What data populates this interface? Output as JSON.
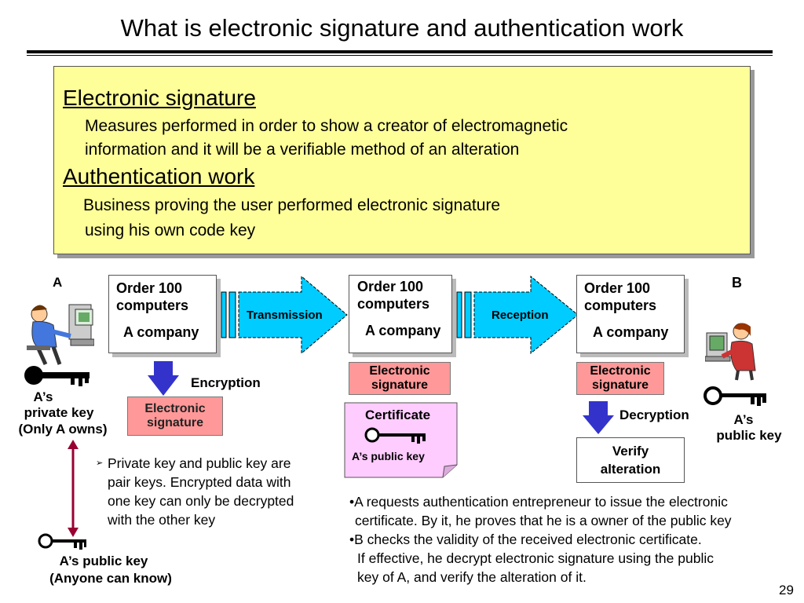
{
  "title": "What is electronic signature and authentication work",
  "definitions": {
    "sig_heading": "Electronic signature",
    "sig_line1": "Measures performed in order to show a creator of  electromagnetic",
    "sig_line2": "information and it will be a verifiable method of an alteration",
    "auth_heading": "Authentication work",
    "auth_line1": "Business proving the user performed electronic signature",
    "auth_line2": "using his own code key"
  },
  "labels": {
    "a": "A",
    "b": "B"
  },
  "order": {
    "line1": "Order 100",
    "line2": "computers",
    "company": "A company"
  },
  "arrows": {
    "transmission": "Transmission",
    "reception": "Reception"
  },
  "signature": {
    "line1": "Electronic",
    "line2": "signature"
  },
  "encryption": "Encryption",
  "decryption": "Decryption",
  "certificate": {
    "title": "Certificate",
    "key_label": "A’s public key"
  },
  "verify": {
    "line1": "Verify",
    "line2": "alteration"
  },
  "a_private_key": {
    "line1": "A’s",
    "line2": "private key",
    "line3": "(Only A owns)"
  },
  "a_public_key_left": {
    "line1": "A’s public key",
    "line2": "(Anyone can know)"
  },
  "a_public_key_right": {
    "line1": "A’s",
    "line2": "public key"
  },
  "pair_note": {
    "bullet": "➢",
    "l1": "Private key and public key are",
    "l2": "pair keys. Encrypted data with",
    "l3": "one key can only be decrypted",
    "l4": "with the other key"
  },
  "auth_notes": {
    "l1": "•A requests authentication entrepreneur to issue the electronic",
    "l2": "certificate. By it, he proves that he is a owner of the public key",
    "l3": "•B checks the validity of the received electronic certificate.",
    "l4": "If effective, he  decrypt  electronic signature using the public",
    "l5": "key of A, and verify  the alteration of it."
  },
  "page_number": "29",
  "colors": {
    "box_fill": "#ffff99",
    "arrow_fill": "#00ccff",
    "signature_fill": "#ff9999",
    "certificate_fill": "#ffccff",
    "down_arrow": "#3333cc",
    "double_arrow": "#990033"
  }
}
